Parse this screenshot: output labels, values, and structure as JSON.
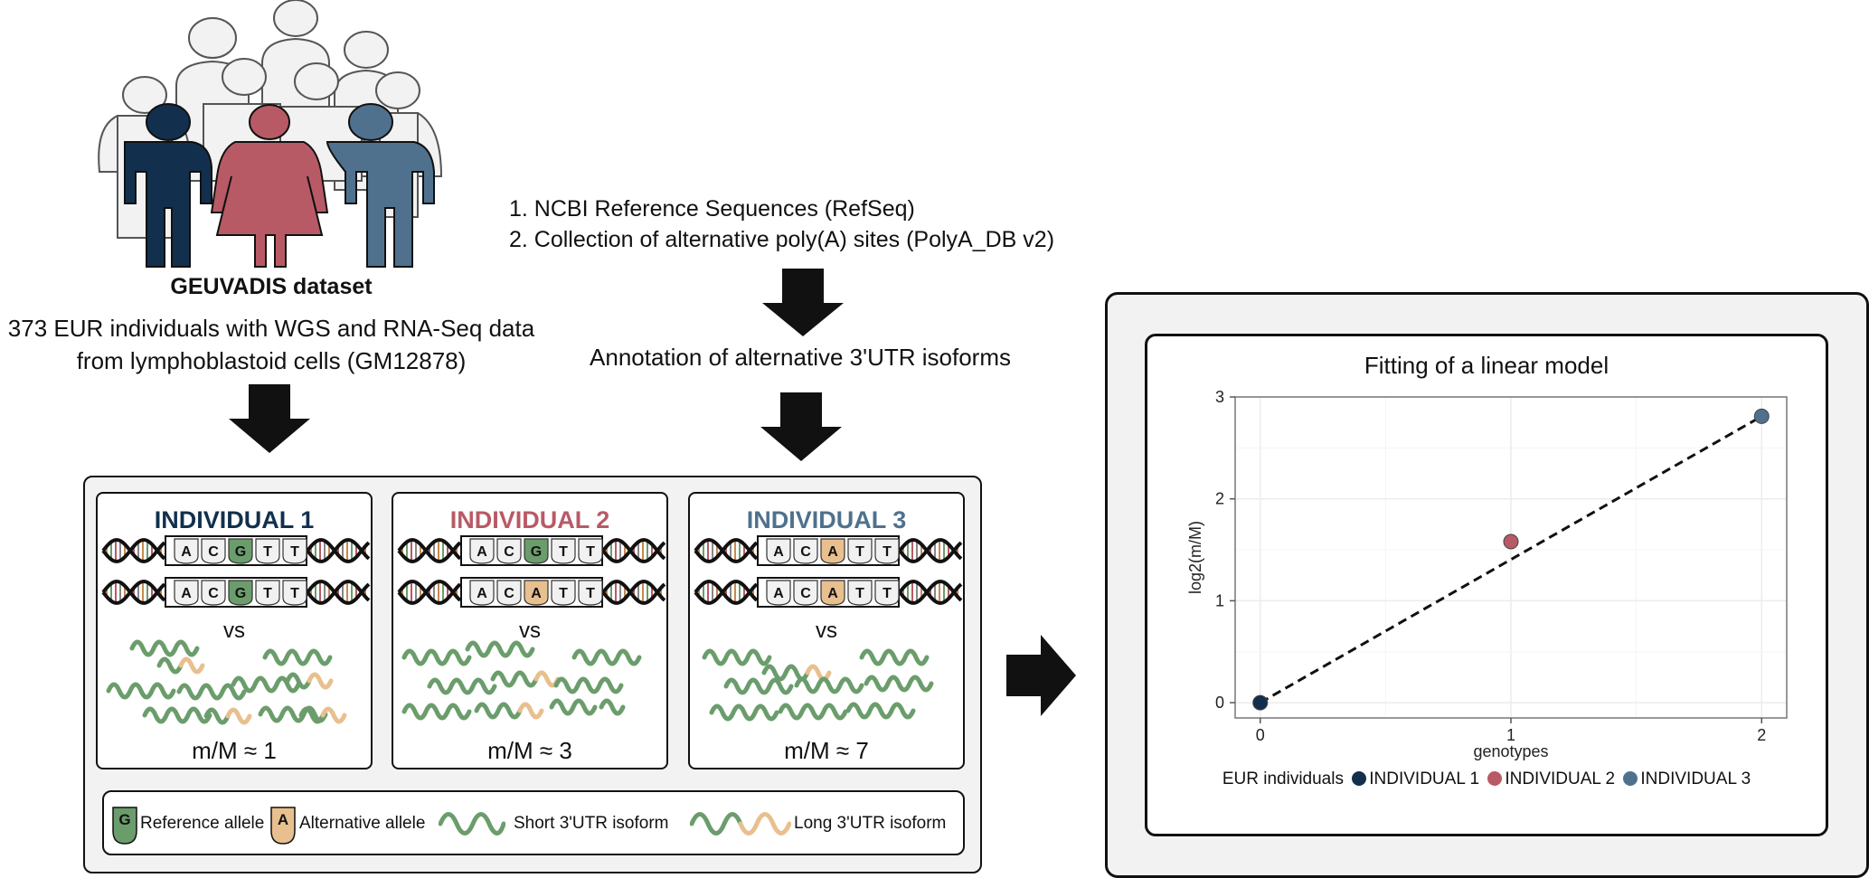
{
  "dataset": {
    "title": "GEUVADIS dataset",
    "line1": "373 EUR individuals with WGS and RNA-Seq data",
    "line2": "from lymphoblastoid cells (GM12878)"
  },
  "sources": {
    "line1": "1. NCBI Reference Sequences (RefSeq)",
    "line2": "2. Collection of alternative poly(A) sites (PolyA_DB v2)"
  },
  "annotation": "Annotation of alternative 3'UTR isoforms",
  "colors": {
    "individual1": "#12304d",
    "individual2": "#b85a66",
    "individual3": "#4f718d",
    "reference_allele": "#6b9d6c",
    "alternative_allele": "#e8c08f",
    "short_isoform": "#6b9d6c",
    "long_isoform_tail": "#e8c08f"
  },
  "individuals": [
    {
      "title": "INDIVIDUAL 1",
      "allele1": [
        "A",
        "C",
        "G",
        "T",
        "T"
      ],
      "allele2": [
        "A",
        "C",
        "G",
        "T",
        "T"
      ],
      "vs": "vs",
      "ratio": "m/M ≈ 1"
    },
    {
      "title": "INDIVIDUAL 2",
      "allele1": [
        "A",
        "C",
        "G",
        "T",
        "T"
      ],
      "allele2": [
        "A",
        "C",
        "A",
        "T",
        "T"
      ],
      "vs": "vs",
      "ratio": "m/M ≈ 3"
    },
    {
      "title": "INDIVIDUAL 3",
      "allele1": [
        "A",
        "C",
        "A",
        "T",
        "T"
      ],
      "allele2": [
        "A",
        "C",
        "A",
        "T",
        "T"
      ],
      "vs": "vs",
      "ratio": "m/M ≈ 7"
    }
  ],
  "legend": {
    "ref_letter": "G",
    "ref_label": "Reference allele",
    "alt_letter": "A",
    "alt_label": "Alternative allele",
    "short_label": "Short 3'UTR isoform",
    "long_label": "Long 3'UTR isoform"
  },
  "plot": {
    "title": "Fitting of a linear model",
    "legend_title": "EUR individuals"
  },
  "chart_data": {
    "type": "scatter",
    "title": "Fitting of a linear model",
    "xlabel": "genotypes",
    "ylabel": "log2(m/M)",
    "xlim": [
      -0.1,
      2.1
    ],
    "ylim": [
      -0.15,
      3.0
    ],
    "xticks": [
      0,
      1,
      2
    ],
    "yticks": [
      0,
      1,
      2,
      3
    ],
    "grid": true,
    "series": [
      {
        "name": "INDIVIDUAL 1",
        "x": 0,
        "y": 0.0
      },
      {
        "name": "INDIVIDUAL 2",
        "x": 1,
        "y": 1.58
      },
      {
        "name": "INDIVIDUAL 3",
        "x": 2,
        "y": 2.81
      }
    ],
    "fit_line": {
      "x": [
        0,
        2
      ],
      "y": [
        0,
        2.81
      ],
      "style": "dashed"
    },
    "legend_position": "bottom"
  }
}
